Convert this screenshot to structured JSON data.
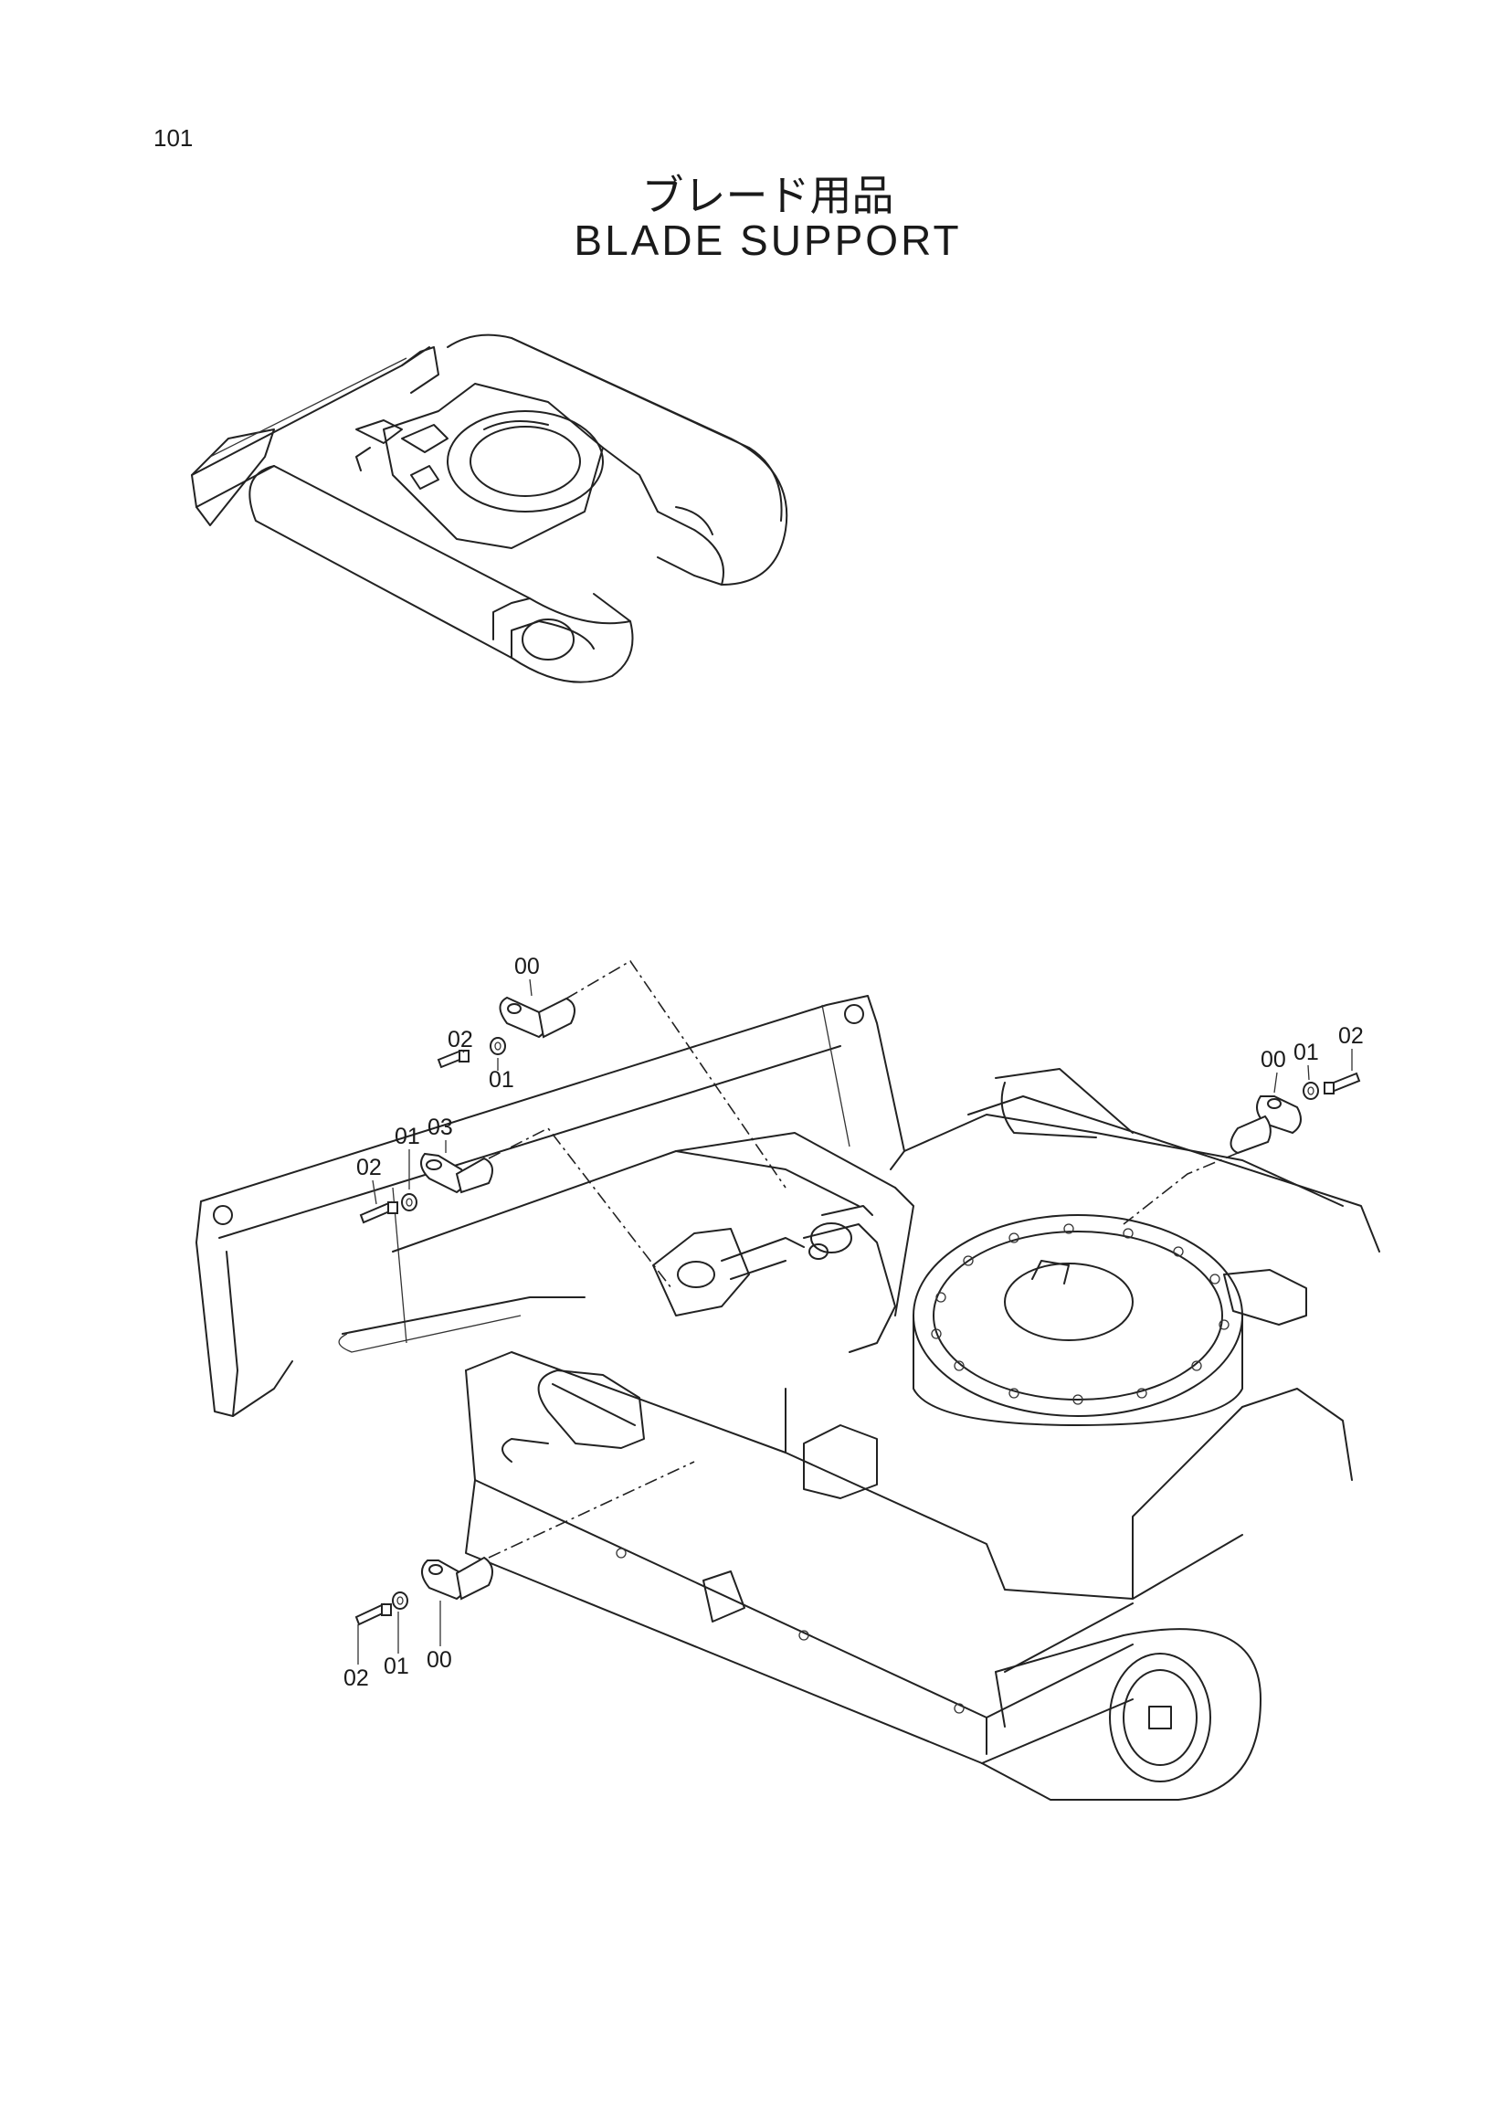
{
  "page": {
    "number": "101"
  },
  "title": {
    "japanese": "ブレード用品",
    "english": "BLADE SUPPORT"
  },
  "callouts": {
    "top_pin": {
      "pin": "00",
      "bolt": "02",
      "washer": "01"
    },
    "left_pin": {
      "bolt": "02",
      "washer": "01",
      "pin": "03"
    },
    "right_pin": {
      "pin": "00",
      "washer": "01",
      "bolt": "02"
    },
    "bottom_pin": {
      "bolt": "02",
      "washer": "01",
      "pin": "00"
    }
  }
}
